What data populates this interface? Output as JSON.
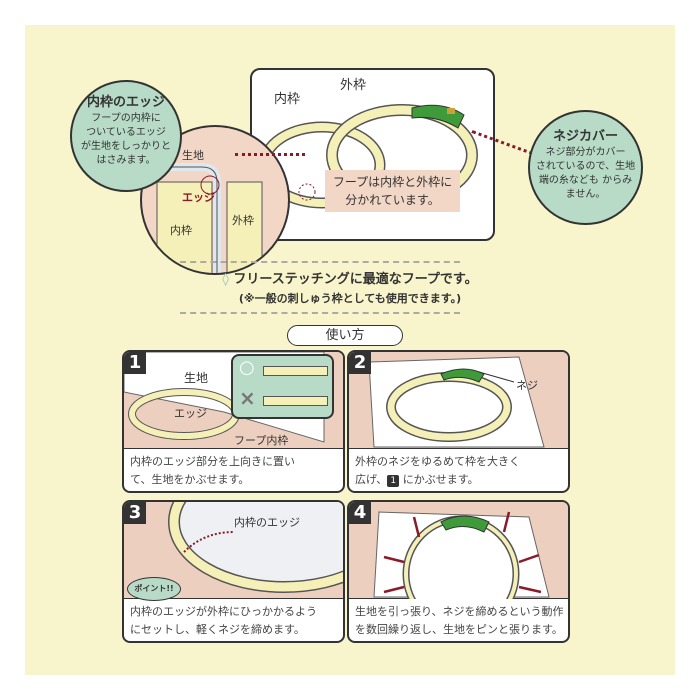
{
  "overview": {
    "outer_frame_label": "外枠",
    "inner_frame_label": "内枠",
    "caption": [
      "フープは内枠と外枠に",
      "分かれています。"
    ]
  },
  "edge_callout": {
    "title": "内枠のエッジ",
    "lines": [
      "フープの内枠に",
      "ついているエッジ",
      "が生地をしっかりと",
      "はさみます。"
    ]
  },
  "detail": {
    "fabric": "生地",
    "edge": "エッジ",
    "inner": "内枠",
    "outer": "外枠"
  },
  "screw_callout": {
    "title": "ネジカバー",
    "lines": [
      "ネジ部分がカバー",
      "されているので、生地",
      "端の糸なども からみ",
      "ません。"
    ]
  },
  "tagline": {
    "main": "フリーステッチングに最適なフープです。",
    "sub": "(※一般の刺しゅう枠としても使用できます。)"
  },
  "how_to": {
    "title": "使い方"
  },
  "steps": [
    {
      "number": "1",
      "labels": {
        "fabric": "生地",
        "edge": "エッジ",
        "hoop": "フープ内枠"
      },
      "correct": "○",
      "wrong": "×",
      "lines": [
        "内枠のエッジ部分を上向きに置い",
        "て、生地をかぶせます。"
      ]
    },
    {
      "number": "2",
      "labels": {
        "screw": "ネジ"
      },
      "lines": [
        "外枠のネジをゆるめて枠を大きく",
        "広げ、",
        "1",
        "にかぶせます。"
      ]
    },
    {
      "number": "3",
      "labels": {
        "edge": "内枠のエッジ"
      },
      "point": "ポイント!!",
      "lines": [
        "内枠のエッジが外枠にひっかかるよう",
        "にセットし、軽くネジを締めます。"
      ]
    },
    {
      "number": "4",
      "lines": [
        "生地を引っ張り、ネジを締めるという動作",
        "を数回繰り返し、生地をピンと張ります。"
      ]
    }
  ],
  "colors": {
    "background": "#f8f4cb",
    "callout_green": "#b7dbc6",
    "panel_pink": "#edcfc0",
    "hoop_cream": "#f4f0b8",
    "screw_green": "#3f9a3a",
    "dotted_red": "#8a1a2a"
  }
}
